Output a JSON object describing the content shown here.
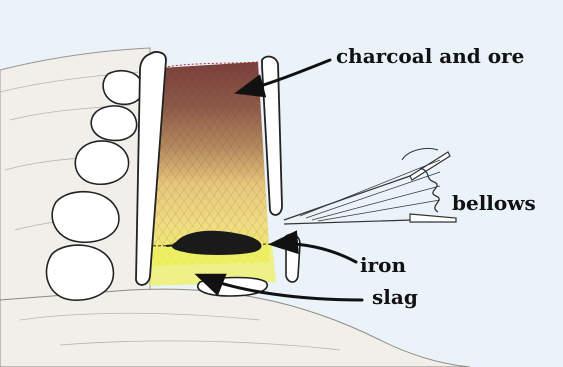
{
  "labels": {
    "charcoal_and_ore": "charcoal and ore",
    "bellows": "bellows",
    "iron": "iron",
    "slag": "slag"
  },
  "colors": {
    "sky": "#eaf3f9",
    "ground": "#f1efe9",
    "stone": "#ffffff",
    "charcoal_ore": "#7a3f3a",
    "yellow": "#f3e08c",
    "yellow_bright": "#eef062",
    "iron": "#1a1a1a",
    "outline": "#222222"
  }
}
